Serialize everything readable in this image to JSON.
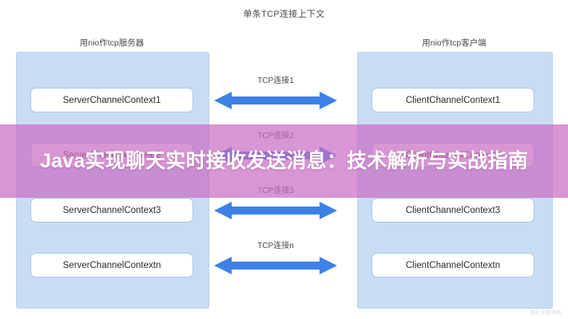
{
  "diagram": {
    "title": "单条TCP连接上下文",
    "panels": [
      {
        "id": "server",
        "title": "用nio作tcp服务器"
      },
      {
        "id": "client",
        "title": "用nio作tcp客户端"
      }
    ],
    "server_boxes": [
      "ServerChannelContext1",
      "ServerChannelContext2",
      "ServerChannelContext3",
      "ServerChannelContextn"
    ],
    "client_boxes": [
      "ClientChannelContext1",
      "ClientChannelContext2",
      "ClientChannelContext3",
      "ClientChannelContextn"
    ],
    "connections": [
      "TCP连接1",
      "TCP连接2",
      "TCP连接3",
      "TCP连接n"
    ],
    "colors": {
      "panel_fill": "#c8ddf4",
      "panel_border": "#b9d3ef",
      "box_fill": "#ffffff",
      "box_border": "#a9c7ea",
      "arrow": "#3c82e6",
      "text": "#4a4a4a",
      "overlay": "#c96ec4"
    }
  },
  "overlay": {
    "title": "Java实现聊天实时接收发送消息：技术解析与实战指南"
  },
  "watermark": {
    "text": "图片来源网络"
  }
}
